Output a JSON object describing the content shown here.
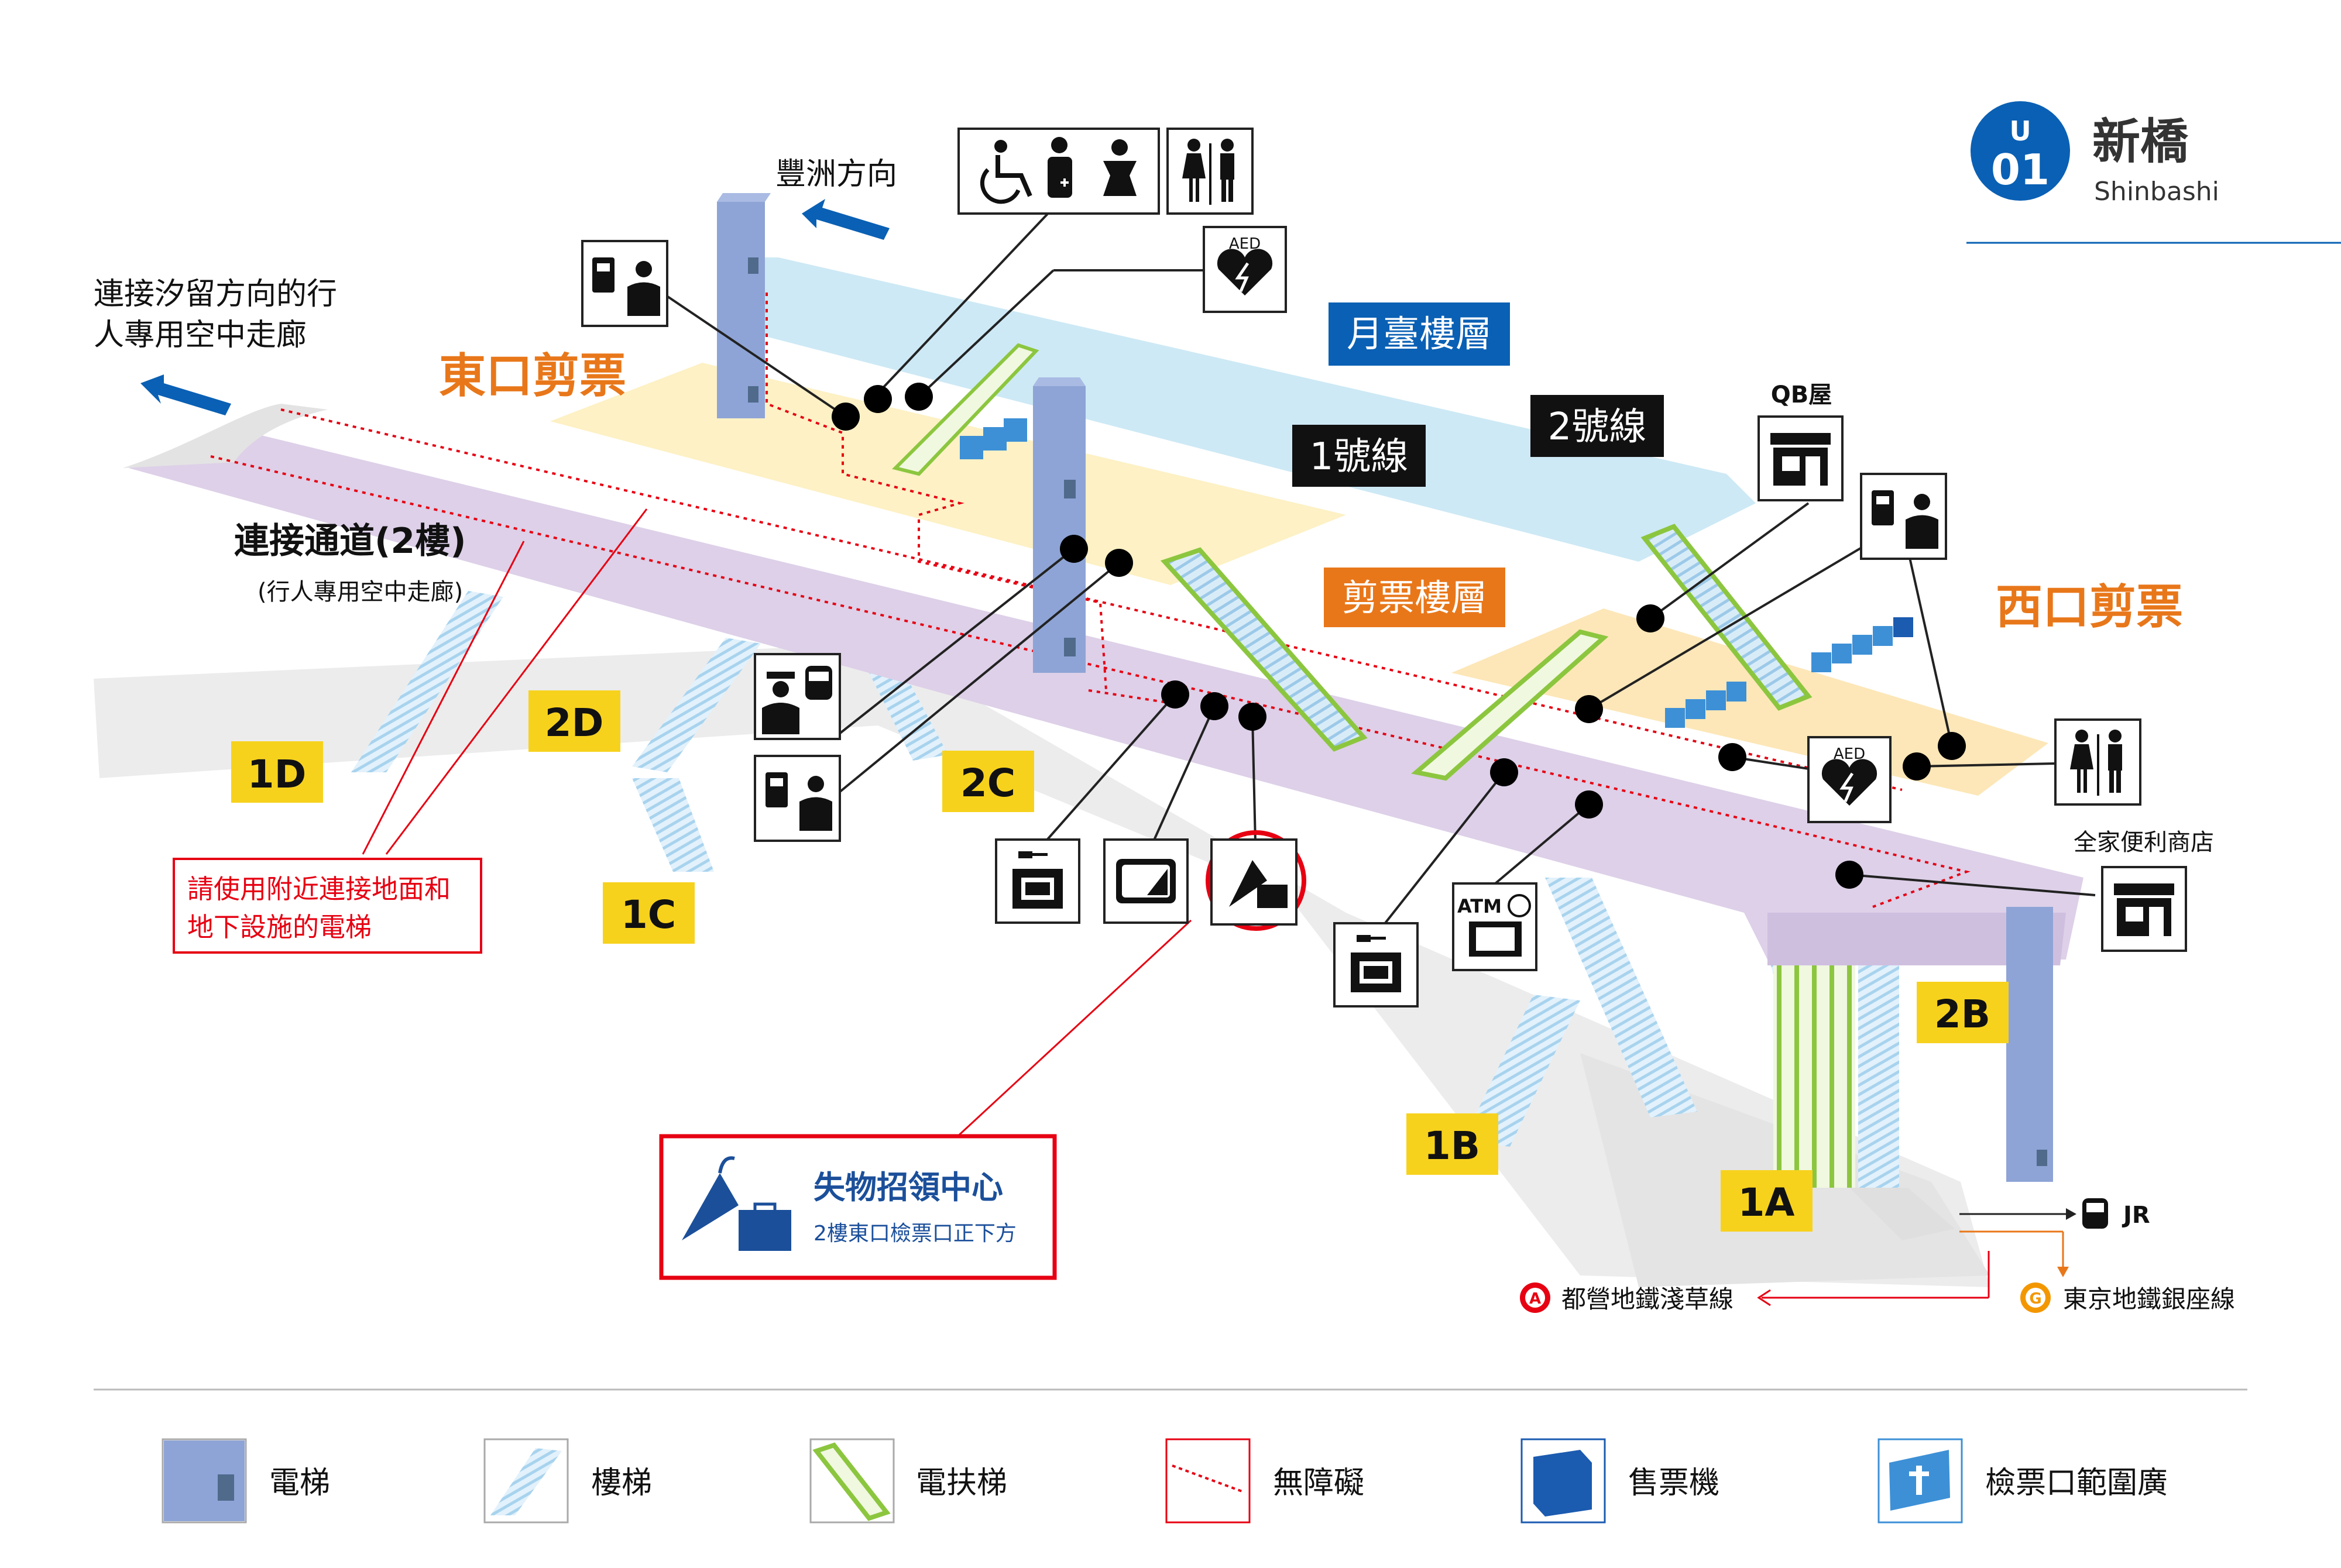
{
  "station": {
    "line_letter": "U",
    "number": "01",
    "name": "新橋",
    "romaji": "Shinbashi",
    "color": "#0a60b4"
  },
  "floors": {
    "platform": "月臺樓層",
    "concourse": "剪票樓層",
    "line1": "1號線",
    "line2": "2號線"
  },
  "gates": {
    "east": "東口剪票",
    "west": "西口剪票"
  },
  "directions": {
    "toyosu": "豐洲方向",
    "shiodome_line1": "連接汐留方向的行",
    "shiodome_line2": "人專用空中走廊"
  },
  "passage": {
    "title": "連接通道(2樓)",
    "subtitle": "(行人專用空中走廊)"
  },
  "elevator_note": {
    "line1": "請使用附近連接地面和",
    "line2": "地下設施的電梯"
  },
  "exits": [
    "1D",
    "2D",
    "1C",
    "2C",
    "1B",
    "2B",
    "1A"
  ],
  "shops": {
    "qb": "QB屋",
    "familymart": "全家便利商店"
  },
  "icons": {
    "aed": "AED",
    "atm": "ATM"
  },
  "lost_found": {
    "title": "失物招領中心",
    "subtitle": "2樓東口檢票口正下方"
  },
  "transfers": {
    "jr": "JR",
    "asakusa_letter": "A",
    "asakusa": "都營地鐵淺草線",
    "ginza_letter": "G",
    "ginza": "東京地鐵銀座線"
  },
  "legend": [
    {
      "label": "電梯",
      "icon": "elevator-icon"
    },
    {
      "label": "樓梯",
      "icon": "stairs-icon"
    },
    {
      "label": "電扶梯",
      "icon": "escalator-icon"
    },
    {
      "label": "無障礙",
      "icon": "barrier-free-icon"
    },
    {
      "label": "售票機",
      "icon": "ticket-machine-icon"
    },
    {
      "label": "檢票口範圍廣",
      "icon": "wide-gate-icon"
    }
  ],
  "colors": {
    "brand_blue": "#0a60b4",
    "orange": "#e8771a",
    "exit_yellow": "#f7d21d",
    "red": "#e60012",
    "elevator": "#8ea4d6",
    "escalator": "#8cc63f",
    "platform": "#cde9f5",
    "concourse": "#fdf1c5",
    "passage": "#ddd0e8"
  }
}
